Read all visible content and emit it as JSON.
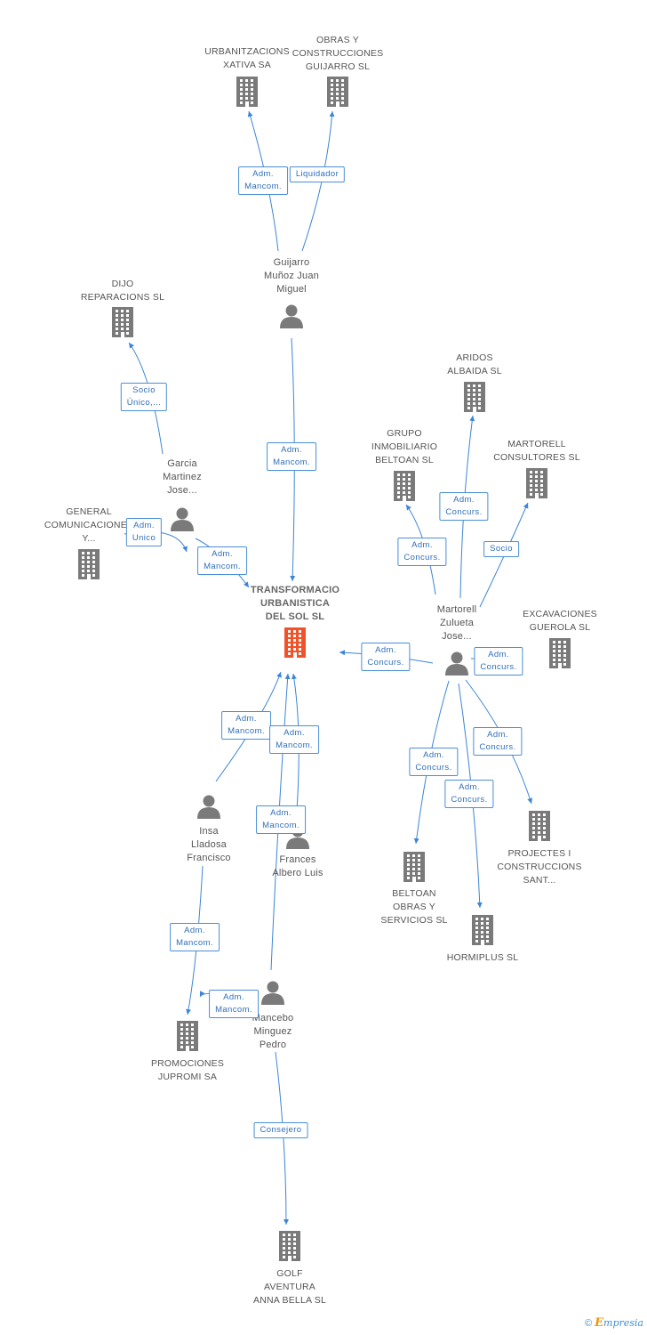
{
  "colors": {
    "edge": "#3d85d6",
    "company": "#7a7a7a",
    "main_company": "#f0532a",
    "person": "#7a7a7a"
  },
  "nodes": {
    "main": {
      "label": "TRANSFORMACIO\nURBANISTICA\nDEL SOL SL",
      "icon": "building-icon"
    },
    "urbanitz": {
      "label": "URBANITZACIONS\nXATIVA SA",
      "icon": "building-icon"
    },
    "obras": {
      "label": "OBRAS Y\nCONSTRUCCIONES\nGUIJARRO SL",
      "icon": "building-icon"
    },
    "dijo": {
      "label": "DIJO\nREPARACIONS SL",
      "icon": "building-icon"
    },
    "general": {
      "label": "GENERAL\nCOMUNICACIONES\nY...",
      "icon": "building-icon"
    },
    "aridos": {
      "label": "ARIDOS\nALBAIDA SL",
      "icon": "building-icon"
    },
    "grupo": {
      "label": "GRUPO\nINMOBILIARIO\nBELTOAN SL",
      "icon": "building-icon"
    },
    "martorellc": {
      "label": "MARTORELL\nCONSULTORES SL",
      "icon": "building-icon"
    },
    "excav": {
      "label": "EXCAVACIONES\nGUEROLA SL",
      "icon": "building-icon"
    },
    "projectes": {
      "label": "PROJECTES I\nCONSTRUCCIONS\nSANT...",
      "icon": "building-icon"
    },
    "beltoan": {
      "label": "BELTOAN\nOBRAS Y\nSERVICIOS SL",
      "icon": "building-icon"
    },
    "horm": {
      "label": "HORMIPLUS SL",
      "icon": "building-icon"
    },
    "promo": {
      "label": "PROMOCIONES\nJUPROMI SA",
      "icon": "building-icon"
    },
    "golf": {
      "label": "GOLF\nAVENTURA\nANNA BELLA SL",
      "icon": "building-icon"
    },
    "guijarro": {
      "label": "Guijarro\nMuñoz Juan\nMiguel",
      "icon": "person-icon"
    },
    "garcia": {
      "label": "Garcia\nMartinez\nJose...",
      "icon": "person-icon"
    },
    "martorell": {
      "label": "Martorell\nZulueta\nJose...",
      "icon": "person-icon"
    },
    "insa": {
      "label": "Insa\nLladosa\nFrancisco",
      "icon": "person-icon"
    },
    "frances": {
      "label": "Frances\nAlbero Luis",
      "icon": "person-icon"
    },
    "mancebo": {
      "label": "Mancebo\nMinguez\nPedro",
      "icon": "person-icon"
    }
  },
  "edges": [
    {
      "from": "guijarro",
      "to": "urbanitz",
      "label": "Adm.\nMancom."
    },
    {
      "from": "guijarro",
      "to": "obras",
      "label": "Liquidador"
    },
    {
      "from": "guijarro",
      "to": "main",
      "label": "Adm.\nMancom."
    },
    {
      "from": "garcia",
      "to": "dijo",
      "label": "Socio\nÚnico,..."
    },
    {
      "from": "garcia",
      "to": "main",
      "label": "Adm.\nMancom."
    },
    {
      "from": "general",
      "to": "main",
      "label": "Adm.\nUnico"
    },
    {
      "from": "martorell",
      "to": "main",
      "label": "Adm.\nConcurs."
    },
    {
      "from": "martorell",
      "to": "aridos",
      "label": "Adm.\nConcurs."
    },
    {
      "from": "martorell",
      "to": "grupo",
      "label": "Adm.\nConcurs."
    },
    {
      "from": "martorell",
      "to": "martorellc",
      "label": "Socio"
    },
    {
      "from": "martorell",
      "to": "excav",
      "label": "Adm.\nConcurs."
    },
    {
      "from": "martorell",
      "to": "projectes",
      "label": "Adm.\nConcurs."
    },
    {
      "from": "martorell",
      "to": "beltoan",
      "label": "Adm.\nConcurs."
    },
    {
      "from": "martorell",
      "to": "horm",
      "label": "Adm.\nConcurs."
    },
    {
      "from": "insa",
      "to": "main",
      "label": "Adm.\nMancom."
    },
    {
      "from": "insa",
      "to": "promo",
      "label": "Adm.\nMancom."
    },
    {
      "from": "frances",
      "to": "main",
      "label": "Adm.\nMancom."
    },
    {
      "from": "mancebo",
      "to": "main",
      "label": "Adm.\nMancom."
    },
    {
      "from": "mancebo",
      "to": "promo",
      "label": "Adm.\nMancom."
    },
    {
      "from": "mancebo",
      "to": "golf",
      "label": "Consejero"
    }
  ],
  "watermark": {
    "copyright": "©",
    "brand_initial": "E",
    "brand_rest": "mpresia"
  }
}
